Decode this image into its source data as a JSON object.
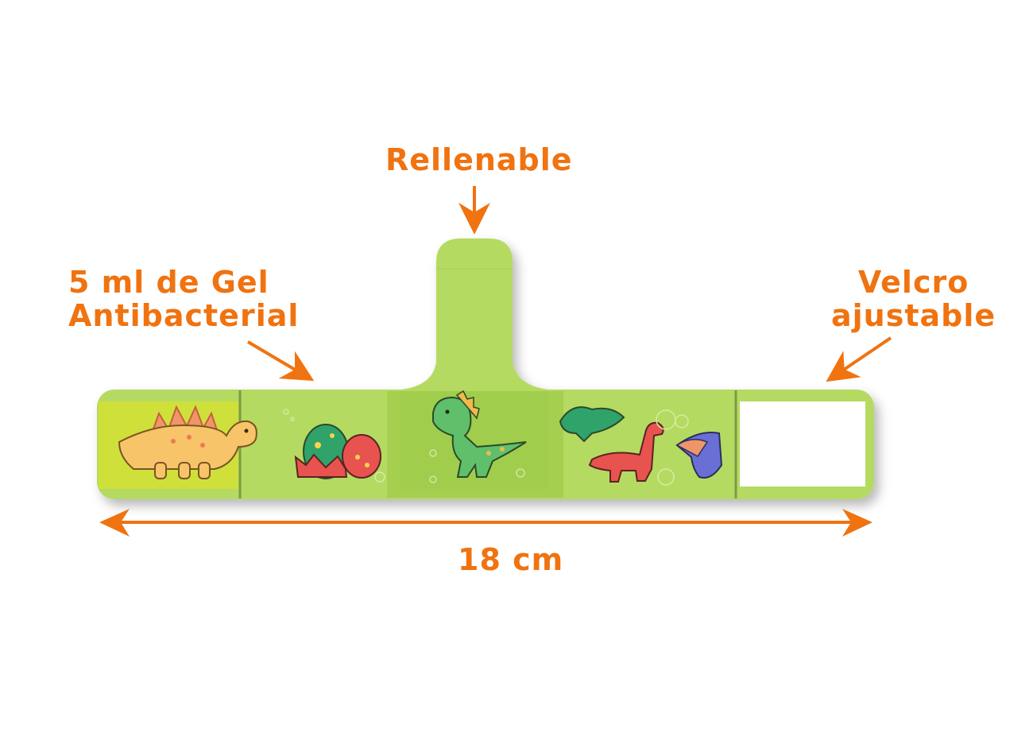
{
  "labels": {
    "refill": "Rellenable",
    "gel": "5 ml de Gel\nAntibacterial",
    "velcro": "Velcro\najustable",
    "length": "18 cm"
  },
  "colors": {
    "accent": "#f07310",
    "band_green": "#b5da62",
    "band_dark": "#a4cf4f",
    "panel_yellow": "#cfe03b",
    "divider": "#7d9a45",
    "velcro_patch": "#ffffff"
  },
  "icons": {
    "panel_1": "stegosaurus-icon",
    "panel_2": "dino-eggs-icon",
    "panel_3": "t-rex-icon",
    "panel_4": "dinosaurs-group-icon",
    "panel_5": "velcro-patch"
  }
}
